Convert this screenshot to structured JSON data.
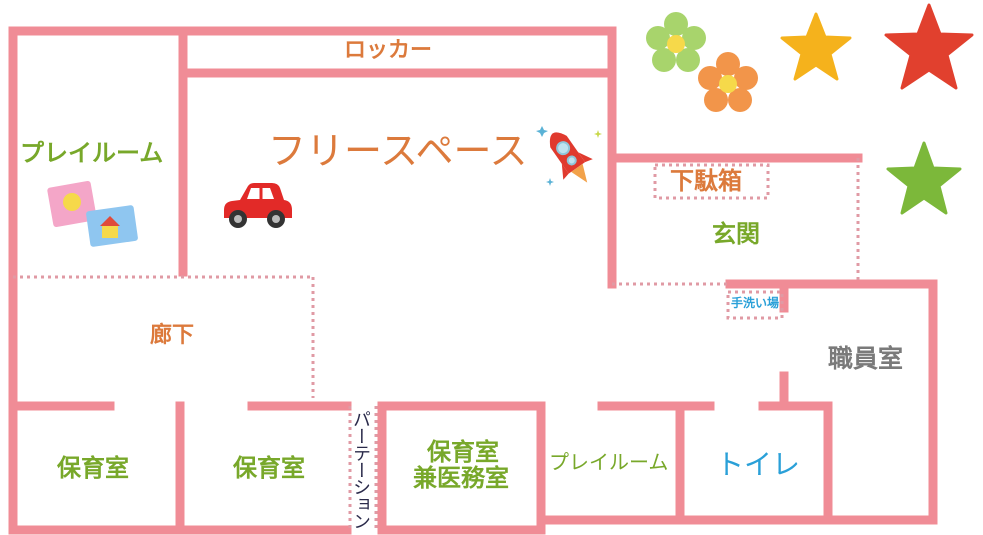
{
  "rooms": {
    "locker": "ロッカー",
    "free_space": "フリースペース",
    "play_room_left": "プレイルーム",
    "shoe_box": "下駄箱",
    "entrance": "玄関",
    "hand_wash": "手洗い場",
    "corridor": "廊下",
    "staff_room": "職員室",
    "nursery_1": "保育室",
    "nursery_2": "保育室",
    "partition": "パーテーション",
    "nursery_medical_line1": "保育室",
    "nursery_medical_line2": "兼医務室",
    "play_room_bottom": "プレイルーム",
    "toilet": "トイレ"
  },
  "colors": {
    "wall": "#f08c96",
    "dotted": "#e09aa4",
    "green_label": "#78a82a",
    "orange_label": "#dc7a3c",
    "blue_label": "#2aa0d8",
    "gray_label": "#7a7a7a"
  },
  "decorations": [
    "car-icon",
    "rocket-icon",
    "picture-books-icon",
    "flowers-icon",
    "orange-star-icon",
    "red-star-icon",
    "green-star-icon"
  ]
}
